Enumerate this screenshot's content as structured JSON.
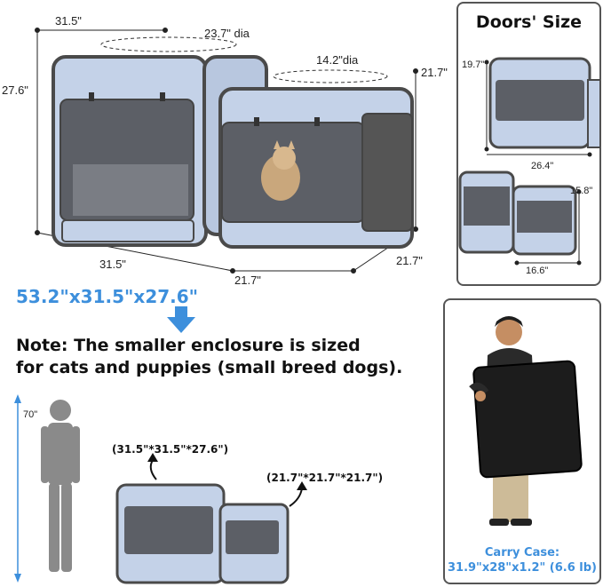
{
  "main_dims": {
    "top_width": "31.5\"",
    "large_dia": "23.7\" dia",
    "small_dia": "14.2\"dia",
    "height_left": "27.6\"",
    "height_right": "21.7\"",
    "bottom_left": "31.5\"",
    "bottom_mid": "21.7\"",
    "bottom_right": "21.7\""
  },
  "overall_size": "53.2\"x31.5\"x27.6\"",
  "note": {
    "line1": "Note: The smaller enclosure is sized",
    "line2": "for cats and puppies (small breed dogs)."
  },
  "doors_panel": {
    "title": "Doors' Size",
    "large_h": "19.7\"",
    "large_w": "26.4\"",
    "small_h": "15.8\"",
    "small_w": "16.6\""
  },
  "person_height": "70\"",
  "scale_labels": {
    "large": "(31.5\"*31.5\"*27.6\")",
    "small": "(21.7\"*21.7\"*21.7\")"
  },
  "carry_case": {
    "line1": "Carry Case:",
    "line2": "31.9\"x28\"x1.2\" (6.6 lb)"
  },
  "colors": {
    "fabric": "#c4d2e8",
    "trim": "#4a4a4a",
    "mesh": "#5c5f66",
    "accent_blue": "#3d8fdc",
    "case": "#1c1c1c"
  }
}
